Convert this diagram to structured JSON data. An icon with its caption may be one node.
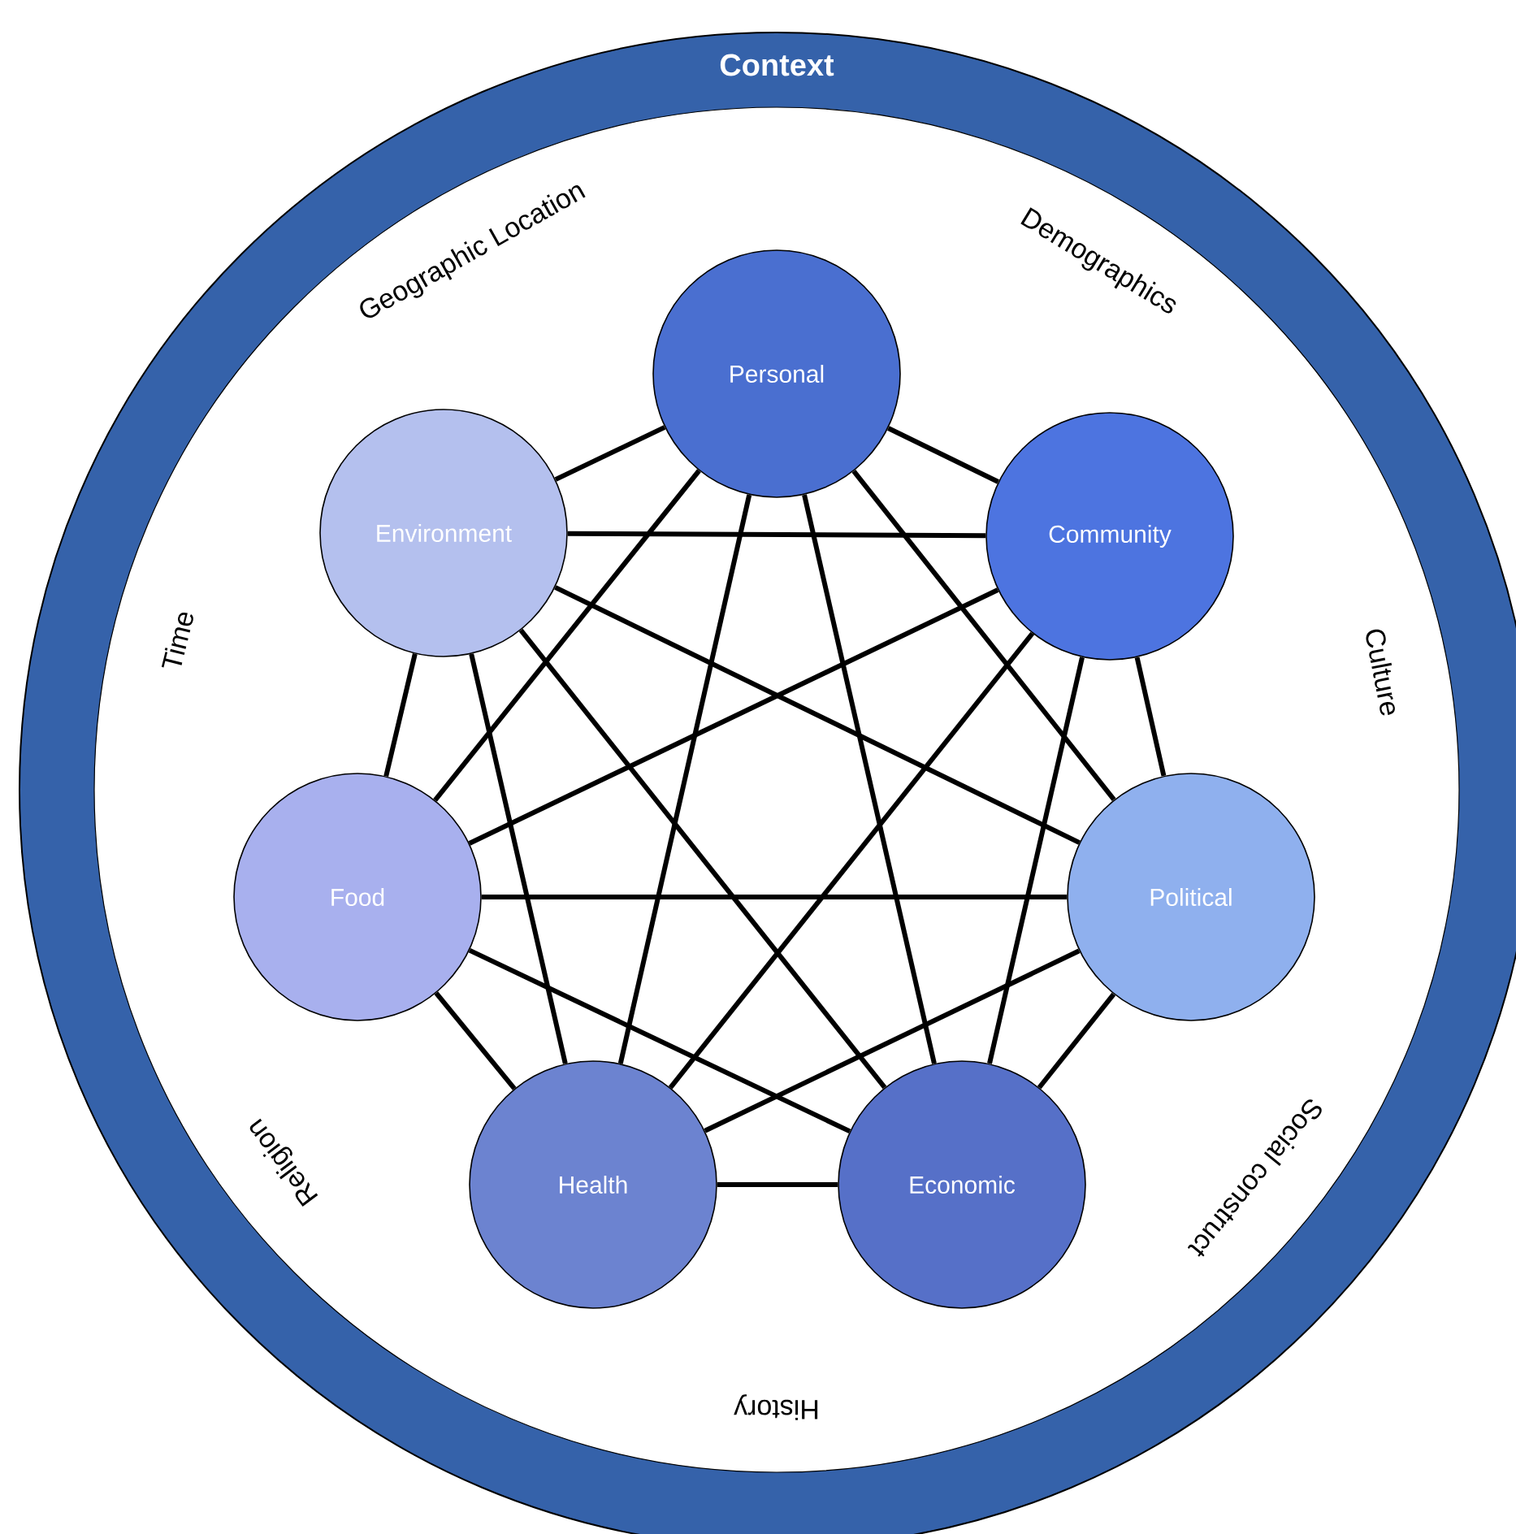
{
  "diagram": {
    "nodes": [
      {
        "text": [
          "Context"
        ]
      },
      {
        "text": [
          "Personal"
        ],
        "in": 0
      },
      {
        "text": [
          "Community"
        ],
        "in": 0
      },
      {
        "text": [
          "Political"
        ],
        "in": 0
      },
      {
        "text": [
          "Economic"
        ],
        "in": 0
      },
      {
        "text": [
          "Health"
        ],
        "in": 0
      },
      {
        "text": [
          "Food"
        ],
        "in": 0
      },
      {
        "text": [
          "Environment"
        ],
        "in": 0
      }
    ],
    "edges": [
      {
        "from": 1,
        "to": 2,
        "arrow": "none"
      },
      {
        "from": 1,
        "to": 3,
        "arrow": "none"
      },
      {
        "from": 1,
        "to": 4,
        "arrow": "none"
      },
      {
        "from": 1,
        "to": 5,
        "arrow": "none"
      },
      {
        "from": 1,
        "to": 6,
        "arrow": "none"
      },
      {
        "from": 1,
        "to": 7,
        "arrow": "none"
      },
      {
        "from": 2,
        "to": 3,
        "arrow": "none"
      },
      {
        "from": 2,
        "to": 4,
        "arrow": "none"
      },
      {
        "from": 2,
        "to": 5,
        "arrow": "none"
      },
      {
        "from": 2,
        "to": 6,
        "arrow": "none"
      },
      {
        "from": 2,
        "to": 7,
        "arrow": "none"
      },
      {
        "from": 3,
        "to": 4,
        "arrow": "none"
      },
      {
        "from": 3,
        "to": 5,
        "arrow": "none"
      },
      {
        "from": 3,
        "to": 6,
        "arrow": "none"
      },
      {
        "from": 3,
        "to": 7,
        "arrow": "none"
      },
      {
        "from": 4,
        "to": 5,
        "arrow": "none"
      },
      {
        "from": 4,
        "to": 6,
        "arrow": "none"
      },
      {
        "from": 4,
        "to": 7,
        "arrow": "none"
      },
      {
        "from": 5,
        "to": 6,
        "arrow": "none"
      },
      {
        "from": 5,
        "to": 7,
        "arrow": "none"
      },
      {
        "from": 6,
        "to": 7,
        "arrow": "none"
      }
    ],
    "labels": [
      "Geographic Location",
      "Demographics",
      "Time",
      "Culture",
      "Religion",
      "Social construct",
      "History"
    ]
  }
}
